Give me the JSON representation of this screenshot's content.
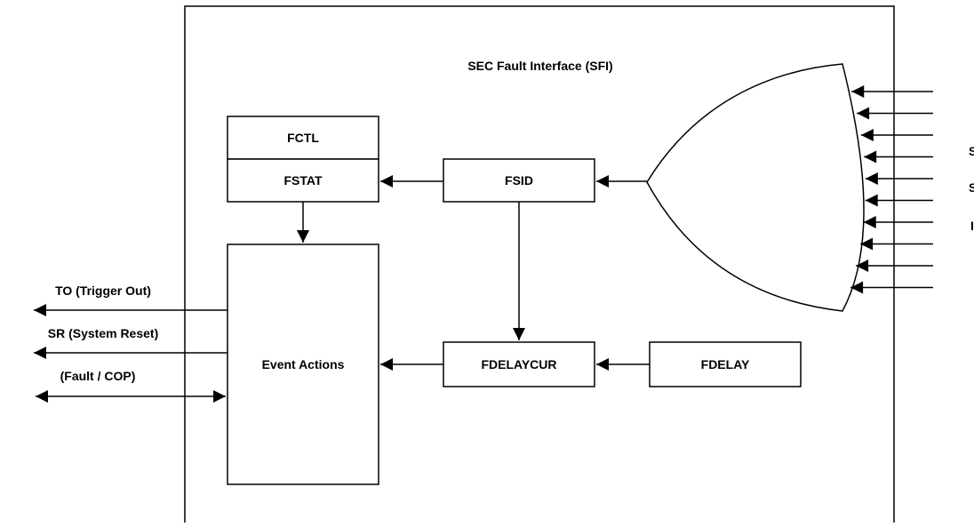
{
  "diagram": {
    "title": "SEC Fault Interface (SFI)",
    "blocks": {
      "fctl": "FCTL",
      "fstat": "FSTAT",
      "fsid": "FSID",
      "event_actions": "Event Actions",
      "fdelaycur": "FDELAYCUR",
      "fdelay": "FDELAY"
    },
    "signals": {
      "trigger_out": "TO (Trigger Out)",
      "system_reset": "SR (System Reset)",
      "fault_cop": "(Fault / COP)"
    },
    "right_edge_labels": [
      "S",
      "S",
      "I"
    ],
    "input_count": 10,
    "line_color": "#000000"
  }
}
